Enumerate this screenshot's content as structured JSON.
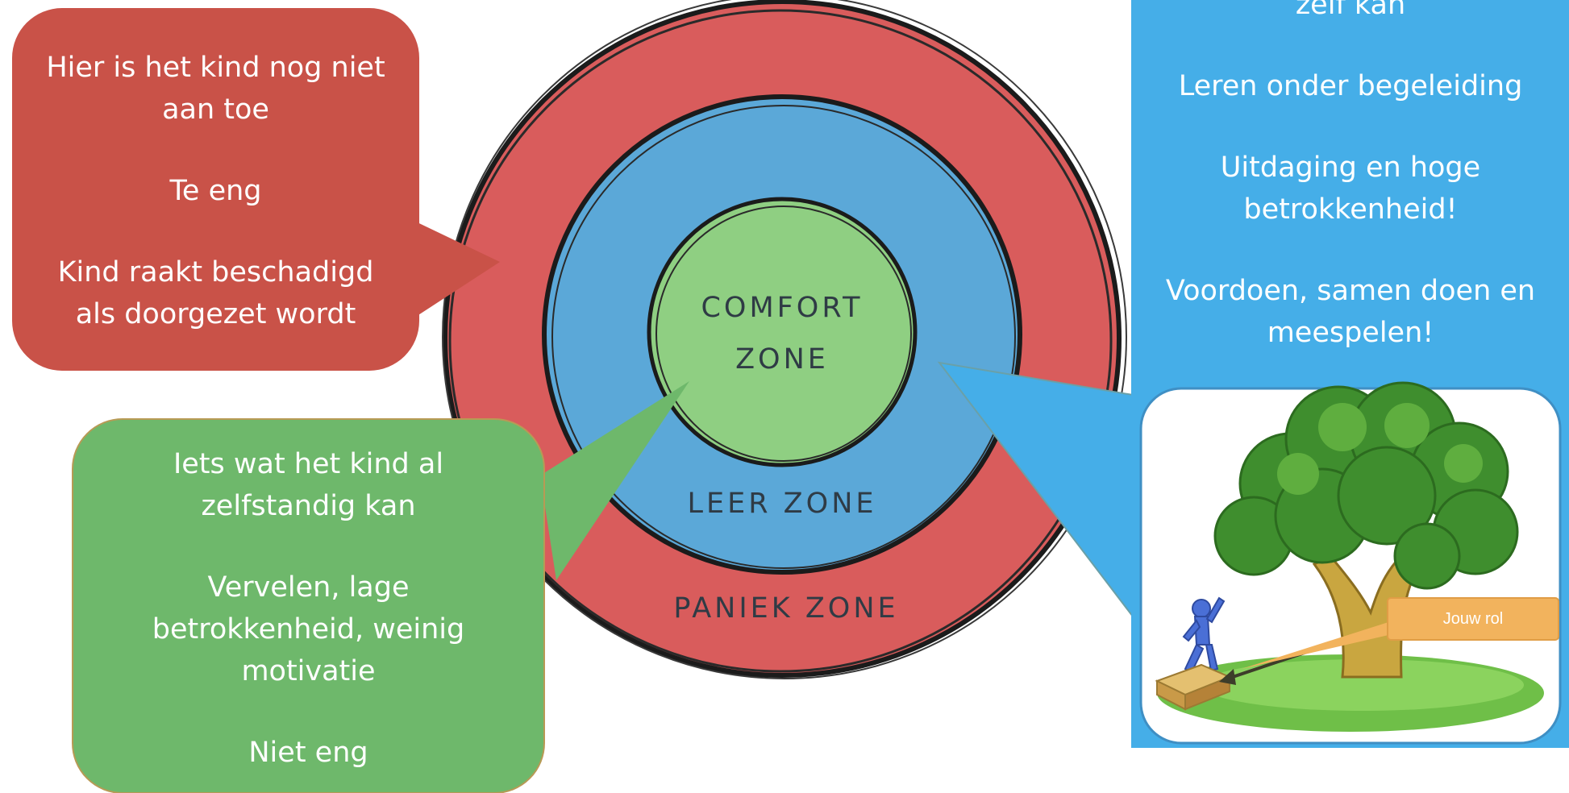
{
  "zones": {
    "comfort_line1": "COMFORT",
    "comfort_line2": "ZONE",
    "learning": "LEER ZONE",
    "panic": "PANIEK ZONE"
  },
  "callouts": {
    "panic": {
      "lines": [
        "Hier is het kind nog niet",
        "aan toe",
        "",
        "Te eng",
        "",
        "Kind raakt beschadigd",
        "als doorgezet wordt"
      ]
    },
    "comfort": {
      "lines": [
        "Iets wat het kind al",
        "zelfstandig kan",
        "",
        "Vervelen, lage",
        "betrokkenheid, weinig",
        "motivatie",
        "",
        "Niet eng"
      ]
    },
    "learning": {
      "lines": [
        "zelf kan",
        "",
        "Leren onder begeleiding",
        "",
        "Uitdaging en hoge",
        "betrokkenheid!",
        "",
        "Voordoen, samen doen en",
        "meespelen!"
      ]
    }
  },
  "illustration": {
    "role_label": "Jouw rol"
  },
  "colors": {
    "panic_ring": "#d95c5c",
    "learning_ring": "#5ba8d8",
    "comfort_core": "#8fcf82",
    "panic_callout": "#c95248",
    "comfort_callout": "#6eb86b",
    "learning_callout": "#45aee8",
    "text": "#ffffff",
    "zone_text": "#2f3b45",
    "role_tag": "#f2b35d"
  }
}
